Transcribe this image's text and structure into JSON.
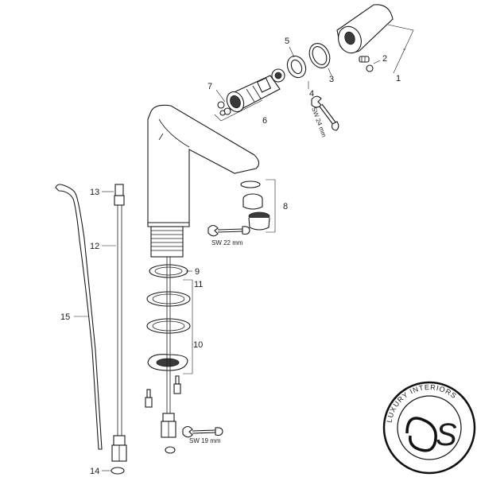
{
  "callouts": {
    "c1": "1",
    "c2": "2",
    "c3": "3",
    "c4": "4",
    "c5": "5",
    "c6": "6",
    "c7": "7",
    "c8": "8",
    "c9": "9",
    "c10": "10",
    "c11": "11",
    "c12": "12",
    "c13": "13",
    "c14": "14",
    "c15": "15"
  },
  "wrench_labels": {
    "sw24": "SW 24 mm",
    "sw22": "SW 22 mm",
    "sw19": "SW 19 mm"
  },
  "logo": {
    "ring_text": "LUXURY INTERIORS",
    "monogram": "S"
  }
}
